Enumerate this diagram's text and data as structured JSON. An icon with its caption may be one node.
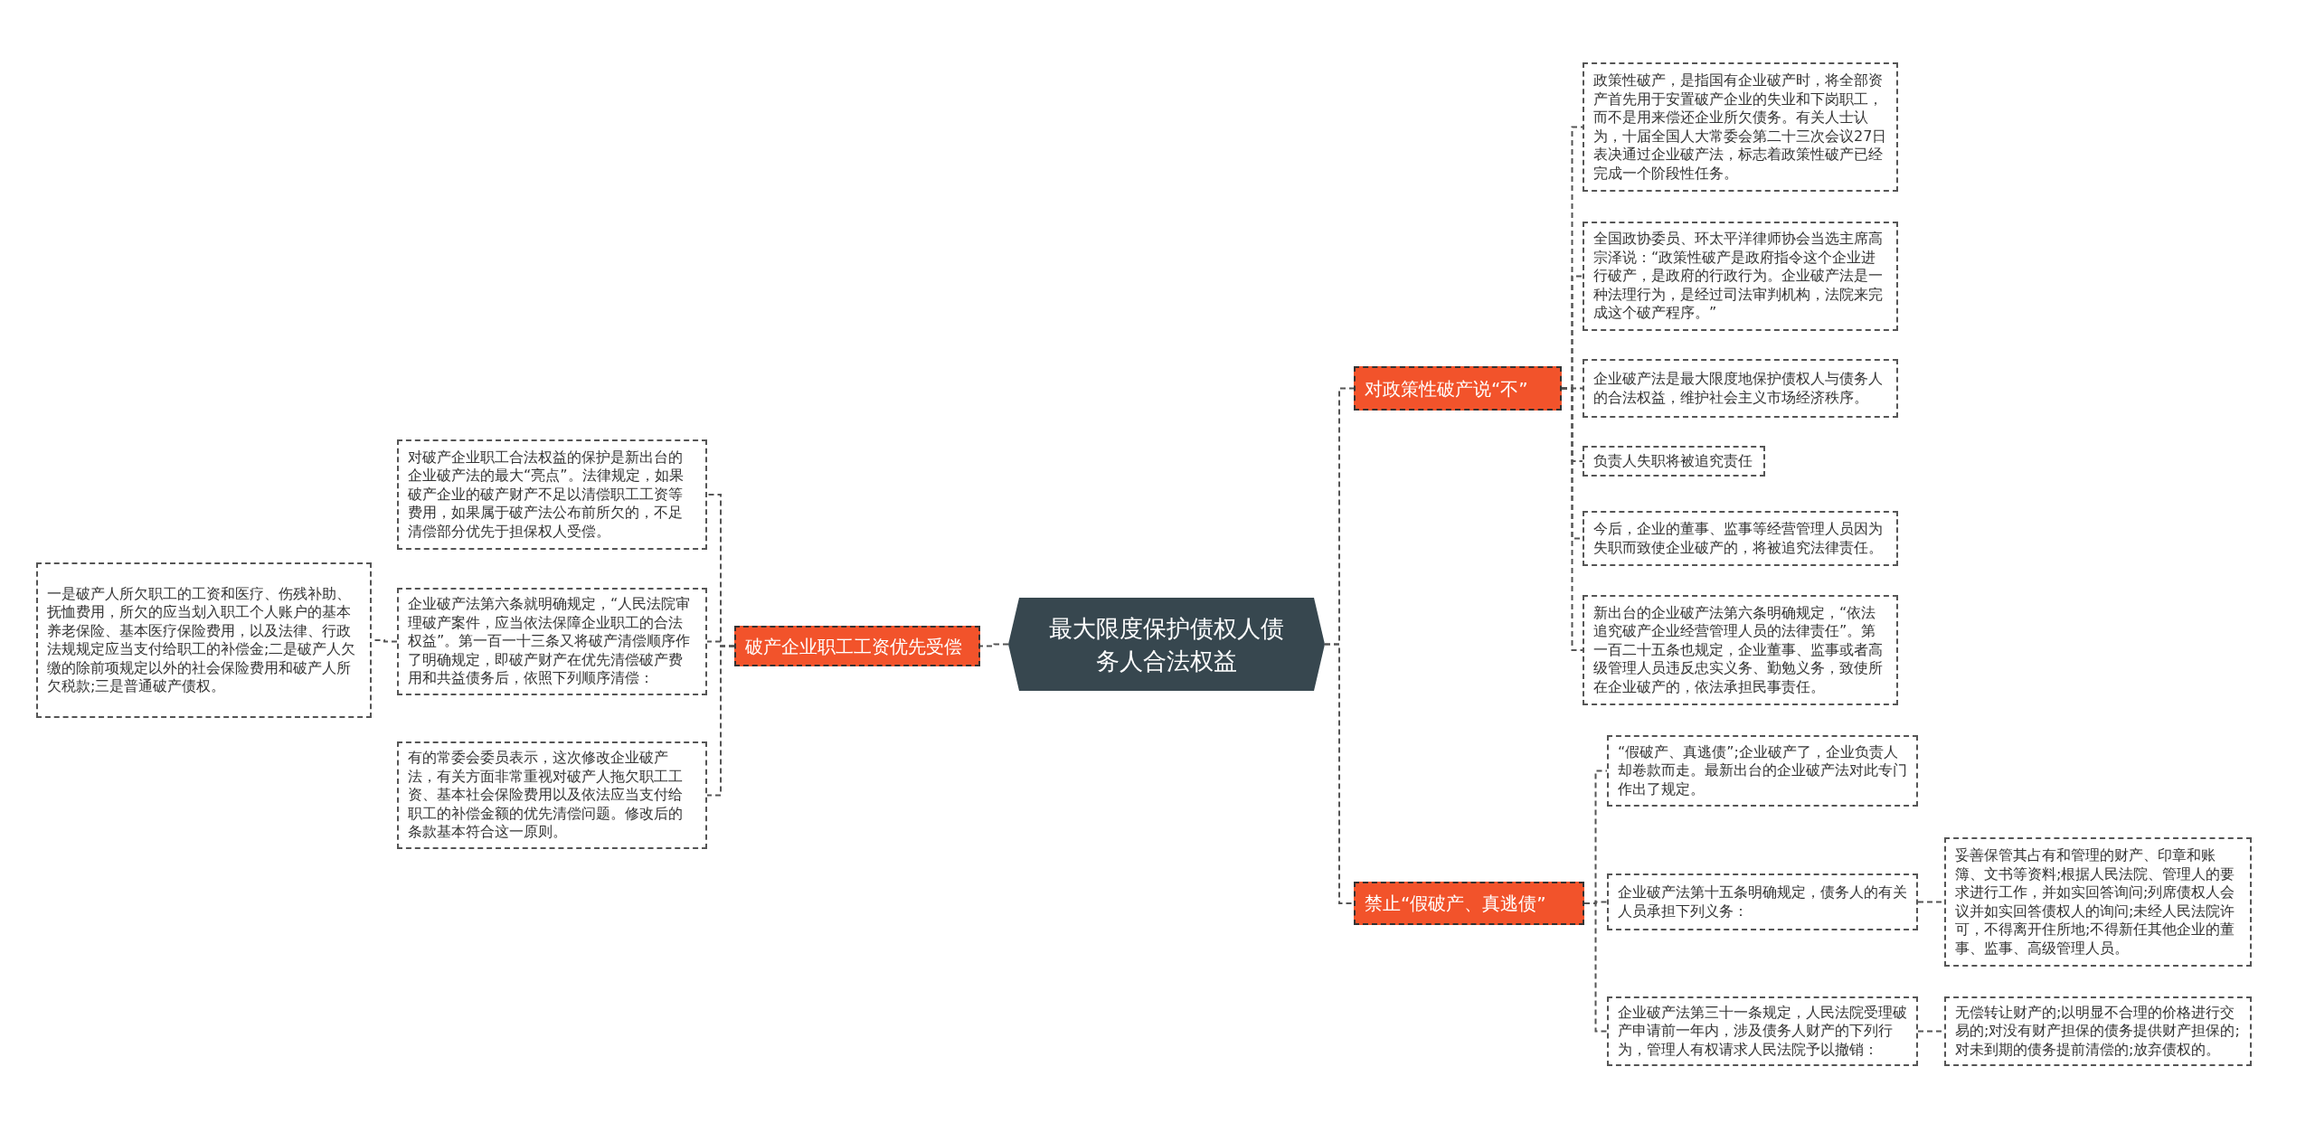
{
  "diagram": {
    "nodes": [
      {
        "text": [
          "最大限度保护债权人债务人合法权益"
        ]
      },
      {
        "text": [
          "破产企业职工工资优先受偿"
        ]
      },
      {
        "text": [
          "对破产企业职工合法权益的保护是新出台的企业破产法的最大“亮点”。法律规定，如果破产企业的破产财产不足以清偿职工工资等费用，如果属于破产法公布前所欠的，不足清偿部分优先于担保权人受偿。"
        ]
      },
      {
        "text": [
          "企业破产法第六条就明确规定，“人民法院审理破产案件，应当依法保障企业职工的合法权益”。第一百一十三条又将破产清偿顺序作了明确规定，即破产财产在优先清偿破产费用和共益债务后，依照下列顺序清偿："
        ]
      },
      {
        "text": [
          "有的常委会委员表示，这次修改企业破产法，有关方面非常重视对破产人拖欠职工工资、基本社会保险费用以及依法应当支付给职工的补偿金额的优先清偿问题。修改后的条款基本符合这一原则。"
        ]
      },
      {
        "text": [
          "一是破产人所欠职工的工资和医疗、伤残补助、抚恤费用，所欠的应当划入职工个人账户的基本养老保险、基本医疗保险费用，以及法律、行政法规规定应当支付给职工的补偿金;二是破产人欠缴的除前项规定以外的社会保险费用和破产人所欠税款;三是普通破产债权。"
        ]
      },
      {
        "text": [
          "对政策性破产说“不”"
        ]
      },
      {
        "text": [
          "政策性破产，是指国有企业破产时，将全部资产首先用于安置破产企业的失业和下岗职工，而不是用来偿还企业所欠债务。有关人士认为，十届全国人大常委会第二十三次会议27日表决通过企业破产法，标志着政策性破产已经完成一个阶段性任务。"
        ]
      },
      {
        "text": [
          "全国政协委员、环太平洋律师协会当选主席高宗泽说：“政策性破产是政府指令这个企业进行破产，是政府的行政行为。企业破产法是一种法理行为，是经过司法审判机构，法院来完成这个破产程序。”"
        ]
      },
      {
        "text": [
          "企业破产法是最大限度地保护债权人与债务人的合法权益，维护社会主义市场经济秩序。"
        ]
      },
      {
        "text": [
          "负责人失职将被追究责任"
        ]
      },
      {
        "text": [
          "今后，企业的董事、监事等经营管理人员因为失职而致使企业破产的，将被追究法律责任。"
        ]
      },
      {
        "text": [
          "新出台的企业破产法第六条明确规定，“依法追究破产企业经营管理人员的法律责任”。第一百二十五条也规定，企业董事、监事或者高级管理人员违反忠实义务、勤勉义务，致使所在企业破产的，依法承担民事责任。"
        ]
      },
      {
        "text": [
          "禁止“假破产、真逃债”"
        ]
      },
      {
        "text": [
          "“假破产、真逃债”;企业破产了，企业负责人却卷款而走。最新出台的企业破产法对此专门作出了规定。"
        ]
      },
      {
        "text": [
          "企业破产法第十五条明确规定，债务人的有关人员承担下列义务："
        ]
      },
      {
        "text": [
          "企业破产法第三十一条规定，人民法院受理破产申请前一年内，涉及债务人财产的下列行为，管理人有权请求人民法院予以撤销："
        ]
      },
      {
        "text": [
          "妥善保管其占有和管理的财产、印章和账簿、文书等资料;根据人民法院、管理人的要求进行工作，并如实回答询问;列席债权人会议并如实回答债权人的询问;未经人民法院许可，不得离开住所地;不得新任其他企业的董事、监事、高级管理人员。"
        ]
      },
      {
        "text": [
          "无偿转让财产的;以明显不合理的价格进行交易的;对没有财产担保的债务提供财产担保的;对未到期的债务提前清偿的;放弃债权的。"
        ]
      }
    ],
    "edges": [
      {
        "from": 0,
        "to": 1,
        "arrow": "none"
      },
      {
        "from": 1,
        "to": 2,
        "arrow": "none"
      },
      {
        "from": 1,
        "to": 3,
        "arrow": "none"
      },
      {
        "from": 1,
        "to": 4,
        "arrow": "none"
      },
      {
        "from": 3,
        "to": 5,
        "arrow": "none"
      },
      {
        "from": 0,
        "to": 6,
        "arrow": "none"
      },
      {
        "from": 6,
        "to": 7,
        "arrow": "none"
      },
      {
        "from": 6,
        "to": 8,
        "arrow": "none"
      },
      {
        "from": 6,
        "to": 9,
        "arrow": "none"
      },
      {
        "from": 6,
        "to": 10,
        "arrow": "none"
      },
      {
        "from": 6,
        "to": 11,
        "arrow": "none"
      },
      {
        "from": 6,
        "to": 12,
        "arrow": "none"
      },
      {
        "from": 0,
        "to": 13,
        "arrow": "none"
      },
      {
        "from": 13,
        "to": 14,
        "arrow": "none"
      },
      {
        "from": 13,
        "to": 15,
        "arrow": "none"
      },
      {
        "from": 13,
        "to": 16,
        "arrow": "none"
      },
      {
        "from": 15,
        "to": 17,
        "arrow": "none"
      },
      {
        "from": 16,
        "to": 18,
        "arrow": "none"
      }
    ]
  }
}
